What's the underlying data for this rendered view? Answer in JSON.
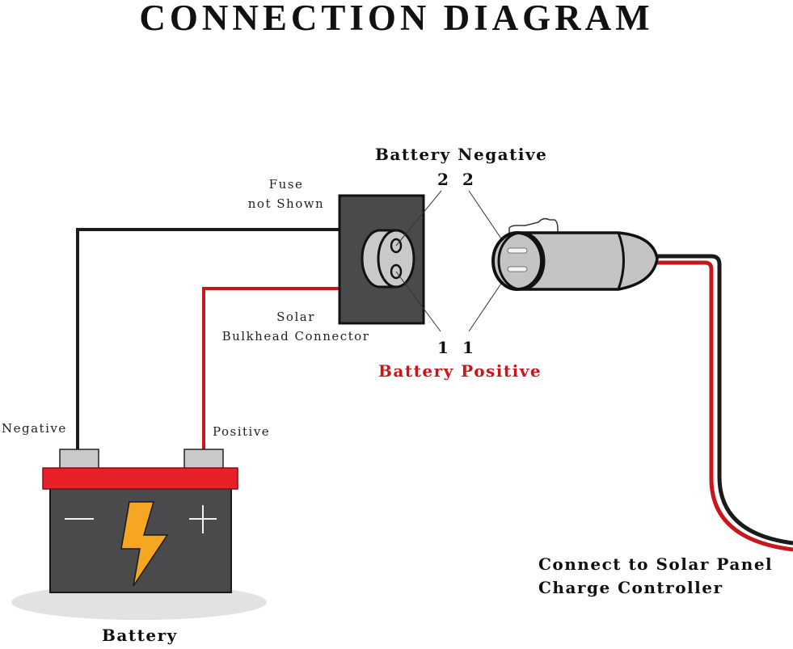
{
  "title": "CONNECTION DIAGRAM",
  "labels": {
    "fuse_line1": "Fuse",
    "fuse_line2": "not Shown",
    "bulkhead_line1": "Solar",
    "bulkhead_line2": "Bulkhead Connector",
    "battery_negative": "Battery Negative",
    "battery_positive": "Battery Positive",
    "pin_2_left": "2",
    "pin_2_right": "2",
    "pin_1_left": "1",
    "pin_1_right": "1",
    "negative_terminal": "Negative",
    "positive_terminal": "Positive",
    "battery": "Battery",
    "charge_controller_line1": "Connect to Solar Panel",
    "charge_controller_line2": "Charge Controller"
  },
  "symbols": {
    "minus": "−",
    "plus": "+"
  },
  "colors": {
    "wire_negative": "#1a1a1a",
    "wire_positive": "#c8161d",
    "battery_top": "#e8202a",
    "battery_body": "#4a4a4c",
    "terminal": "#c9c9c9",
    "bolt": "#f5a623",
    "bulkhead": "#4a4a4c",
    "plug_body": "#c4c4c4",
    "positive_label": "#c8161d"
  }
}
